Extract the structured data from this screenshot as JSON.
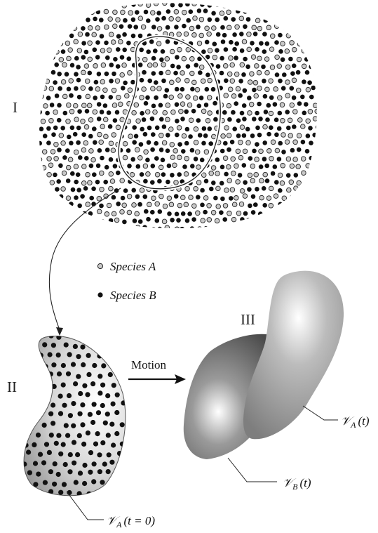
{
  "regions": {
    "region_1": "I",
    "region_2": "II",
    "region_3": "III"
  },
  "legend": {
    "species_a": "Species A",
    "species_b": "Species B"
  },
  "arrow_label": "Motion",
  "volume_labels": {
    "va_initial": {
      "symbol": "𝒱",
      "subscript": "A",
      "argument": "(t = 0)"
    },
    "vb_t": {
      "symbol": "𝒱",
      "subscript": "B",
      "argument": "(t)"
    },
    "va_t": {
      "symbol": "𝒱",
      "subscript": "A",
      "argument": "(t)"
    }
  },
  "colors": {
    "species_a_fill": "#c8c8c8",
    "species_b_fill": "#111111",
    "outline": "#222222"
  }
}
